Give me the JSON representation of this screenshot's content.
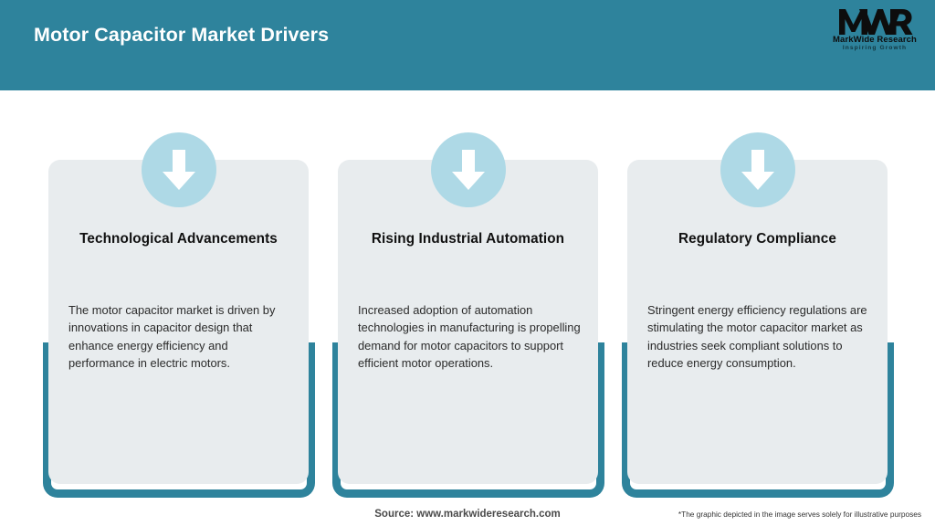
{
  "header": {
    "title": "Motor Capacitor Market Drivers",
    "band_color": "#2E839C"
  },
  "logo": {
    "mark": "MWR",
    "name": "MarkWide Research",
    "tagline": "Inspiring Growth"
  },
  "cards": [
    {
      "icon": "down-arrow-icon",
      "title": "Technological Advancements",
      "body": "The motor capacitor market is driven by innovations in capacitor design that enhance energy efficiency and performance in electric motors."
    },
    {
      "icon": "down-arrow-icon",
      "title": "Rising Industrial Automation",
      "body": "Increased adoption of automation technologies in manufacturing is propelling demand for motor capacitors to support efficient motor operations."
    },
    {
      "icon": "down-arrow-icon",
      "title": "Regulatory Compliance",
      "body": "Stringent energy efficiency regulations are stimulating the motor capacitor market as industries seek compliant solutions to reduce energy consumption."
    }
  ],
  "footer": {
    "source": "Source: www.markwideresearch.com",
    "disclaimer": "*The graphic depicted in the image serves solely for illustrative purposes"
  },
  "colors": {
    "accent_teal": "#2E839C",
    "card_gray": "#E8ECEE",
    "badge_blue": "#AED9E6"
  }
}
